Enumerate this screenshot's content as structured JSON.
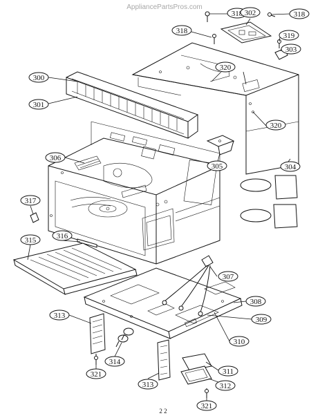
{
  "watermark": "AppliancePartsPros.com",
  "callouts": {
    "c300": "300",
    "c301": "301",
    "c302": "302",
    "c303": "303",
    "c304": "304",
    "c305": "305",
    "c306": "306",
    "c307": "307",
    "c308": "308",
    "c309": "309",
    "c310": "310",
    "c311": "311",
    "c312": "312",
    "c313a": "313",
    "c313b": "313",
    "c314": "314",
    "c315": "315",
    "c316": "316",
    "c317": "317",
    "c318a": "318",
    "c318b": "318",
    "c318c": "318",
    "c319": "319",
    "c320a": "320",
    "c320b": "320",
    "c321a": "321",
    "c321b": "321"
  },
  "footer_mark": "2 2"
}
